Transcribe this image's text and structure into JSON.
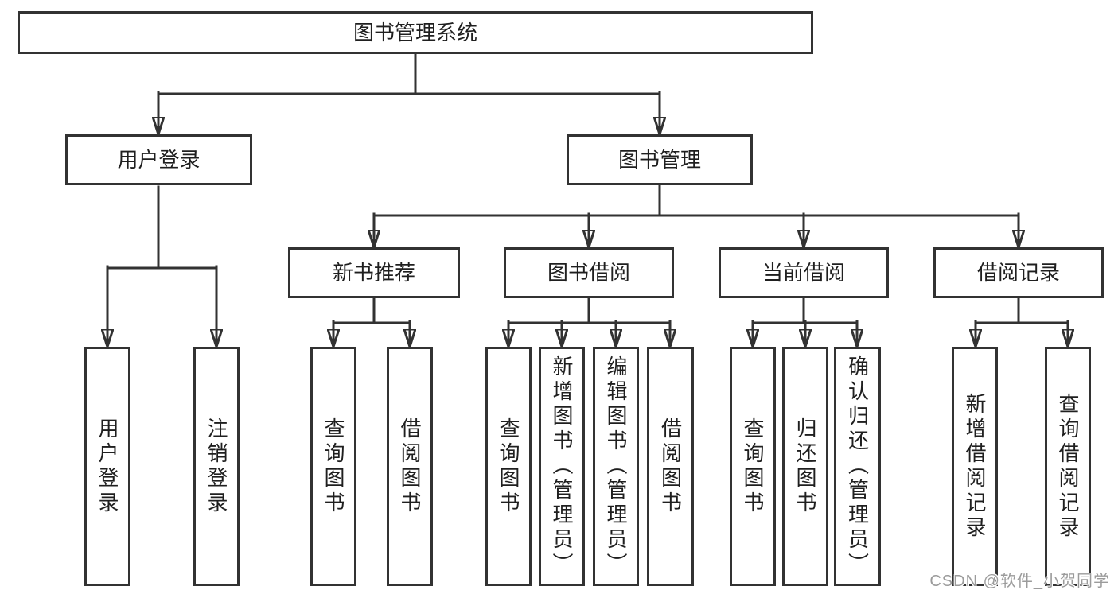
{
  "tree": {
    "root": {
      "label": "图书管理系统",
      "children": [
        {
          "label": "用户登录",
          "children": [
            {
              "label": "用户登录"
            },
            {
              "label": "注销登录"
            }
          ]
        },
        {
          "label": "图书管理",
          "children": [
            {
              "label": "新书推荐",
              "children": [
                {
                  "label": "查询图书"
                },
                {
                  "label": "借阅图书"
                }
              ]
            },
            {
              "label": "图书借阅",
              "children": [
                {
                  "label": "查询图书"
                },
                {
                  "label": "新增图书（管理员）"
                },
                {
                  "label": "编辑图书（管理员）"
                },
                {
                  "label": "借阅图书"
                }
              ]
            },
            {
              "label": "当前借阅",
              "children": [
                {
                  "label": "查询图书"
                },
                {
                  "label": "归还图书"
                },
                {
                  "label": "确认归还（管理员）"
                }
              ]
            },
            {
              "label": "借阅记录",
              "children": [
                {
                  "label": "新增借阅记录"
                },
                {
                  "label": "查询借阅记录"
                }
              ]
            }
          ]
        }
      ]
    }
  },
  "watermark": {
    "text": "CSDN @软件_小贺同学"
  },
  "colors": {
    "line": "#323232",
    "text": "#1f1f1f",
    "watermark": "#9b9b9b",
    "background": "#ffffff"
  }
}
